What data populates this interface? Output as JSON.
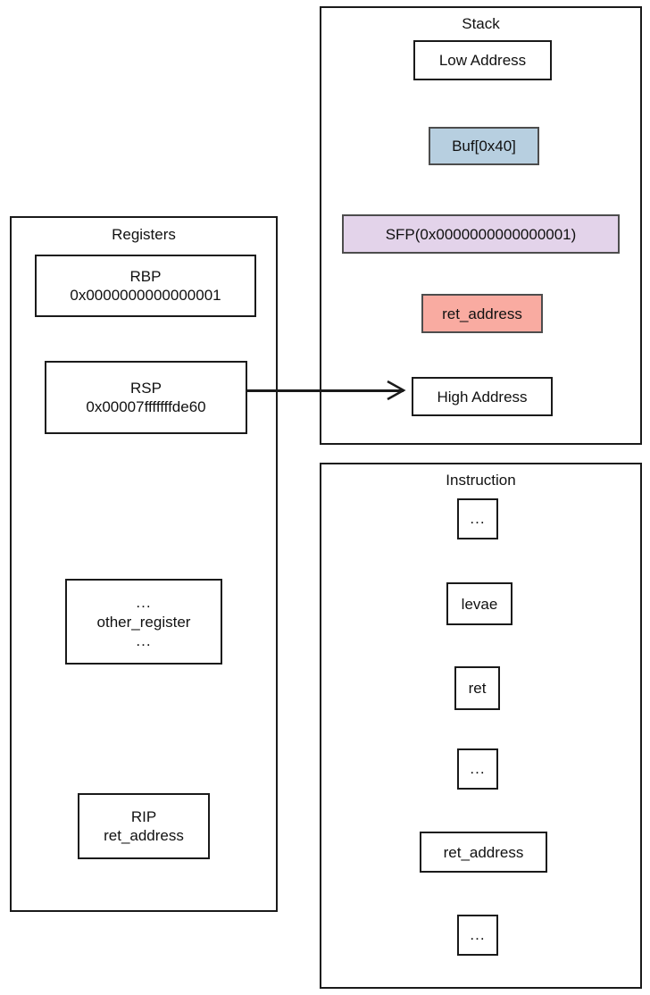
{
  "diagram": {
    "title_hidden": "",
    "stack_panel": {
      "title": "Stack",
      "cells": [
        {
          "label": "Low Address",
          "style": "plain"
        },
        {
          "label": "Buf[0x40]",
          "style": "buf",
          "color": "#b7cfe0"
        },
        {
          "label": "SFP(0x0000000000000001)",
          "style": "sfp",
          "color": "#e3d3ea"
        },
        {
          "label": "ret_address",
          "style": "retaddr",
          "color": "#f9aba1"
        },
        {
          "label": "High Address",
          "style": "plain"
        }
      ]
    },
    "registers_panel": {
      "title": "Registers",
      "registers": [
        {
          "name": "RBP",
          "value": "0x0000000000000001"
        },
        {
          "name": "RSP",
          "value": "0x00007fffffffde60"
        },
        {
          "top": "...",
          "name": "other_register",
          "bottom": "..."
        },
        {
          "name": "RIP",
          "value": "ret_address"
        }
      ]
    },
    "instruction_panel": {
      "title": "Instruction",
      "instructions": [
        {
          "label": "..."
        },
        {
          "label": "levae"
        },
        {
          "label": "ret"
        },
        {
          "label": "..."
        },
        {
          "label": "ret_address"
        },
        {
          "label": "..."
        }
      ]
    },
    "connector": {
      "from": "RSP",
      "to": "High Address",
      "arrow": "arrow-right-icon"
    }
  }
}
